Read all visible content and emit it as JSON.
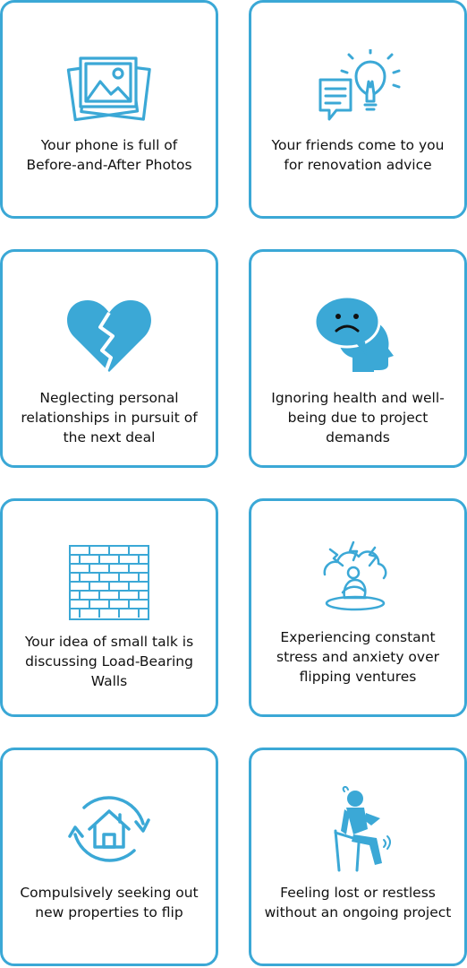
{
  "colors": {
    "accent": "#3ba8d6",
    "text": "#111111",
    "background": "#ffffff"
  },
  "cards": [
    {
      "icon": "photos-icon",
      "text": "Your phone is full of Before-and-After Photos"
    },
    {
      "icon": "lightbulb-idea-icon",
      "text": "Your friends come to you for renovation advice"
    },
    {
      "icon": "broken-heart-icon",
      "text": "Neglecting personal relationships in pursuit of the next deal"
    },
    {
      "icon": "sad-head-icon",
      "text": "Ignoring health and well-being due to project demands"
    },
    {
      "icon": "brick-wall-icon",
      "text": "Your idea of small talk is discussing Load-Bearing Walls"
    },
    {
      "icon": "stressed-person-icon",
      "text": "Experiencing constant stress and anxiety over flipping ventures"
    },
    {
      "icon": "house-cycle-icon",
      "text": "Compulsively seeking out new properties to flip"
    },
    {
      "icon": "anxious-seated-person-icon",
      "text": "Feeling lost or restless without an ongoing project"
    }
  ]
}
